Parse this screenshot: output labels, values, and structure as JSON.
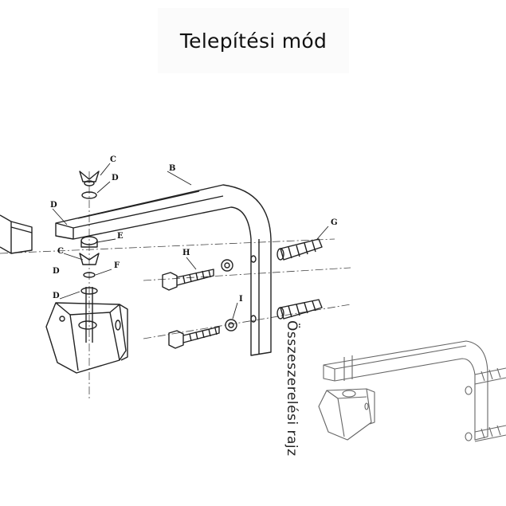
{
  "title": "Telepítési mód",
  "side_caption": "Összeszerelési rajz",
  "part_labels": {
    "B": "B",
    "C1": "C",
    "D1": "D",
    "D2": "D",
    "E": "E",
    "C2": "C",
    "F": "F",
    "D3": "D",
    "D4": "D",
    "G": "G",
    "H": "H",
    "I": "I"
  }
}
